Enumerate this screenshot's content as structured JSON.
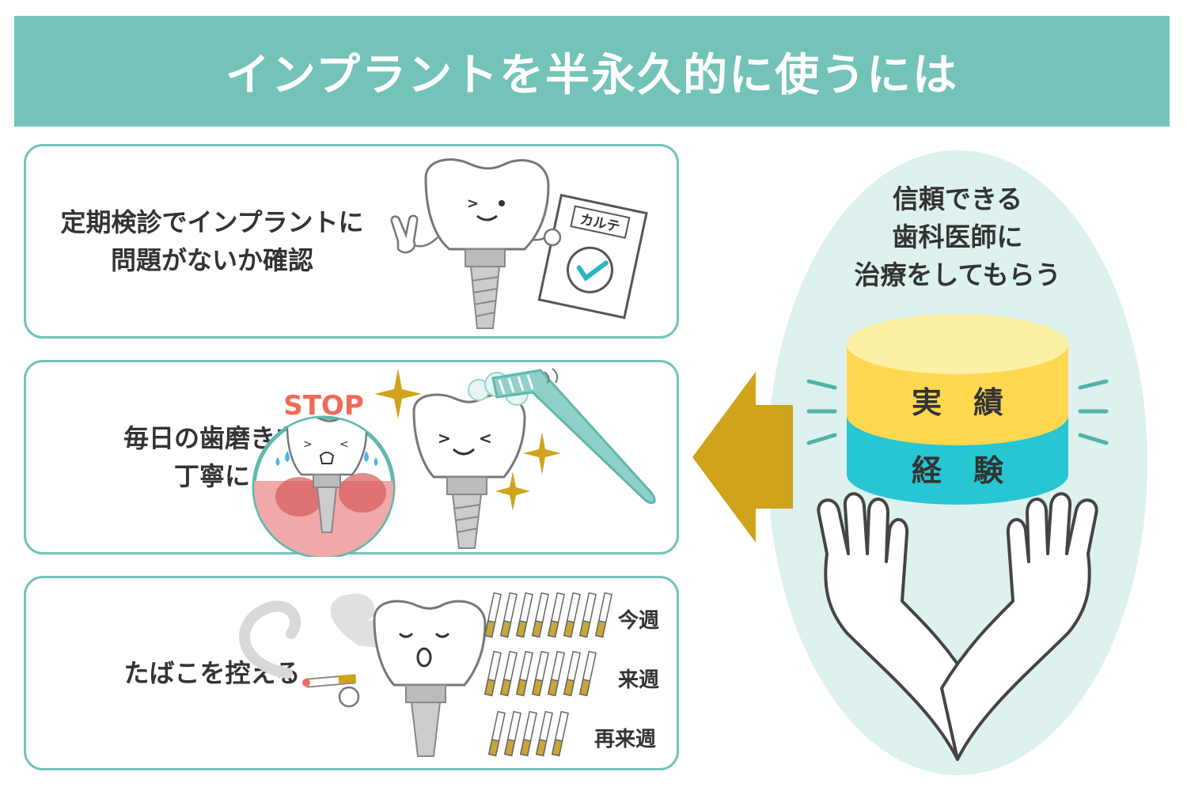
{
  "header": {
    "title": "インプラントを半永久的に使うには"
  },
  "cards": [
    {
      "lines": [
        "定期検診でインプラントに",
        "問題がないか確認"
      ],
      "chart_label": "カルテ"
    },
    {
      "lines": [
        "毎日の歯磨きを",
        "丁寧に"
      ],
      "stop_label": "STOP"
    },
    {
      "lines": [
        "たばこを控える"
      ],
      "week_labels": [
        "今週",
        "来週",
        "再来週"
      ]
    }
  ],
  "dentist": {
    "lines": [
      "信頼できる",
      "歯科医師に",
      "治療をしてもらう"
    ],
    "top_label": "実績",
    "bottom_label": "経験"
  },
  "colors": {
    "teal": "#74c3b9",
    "arrow": "#cfa31a",
    "oval": "#ddf1ee",
    "drum_top": "#ffd84f",
    "drum_bottom": "#27c6d2"
  }
}
